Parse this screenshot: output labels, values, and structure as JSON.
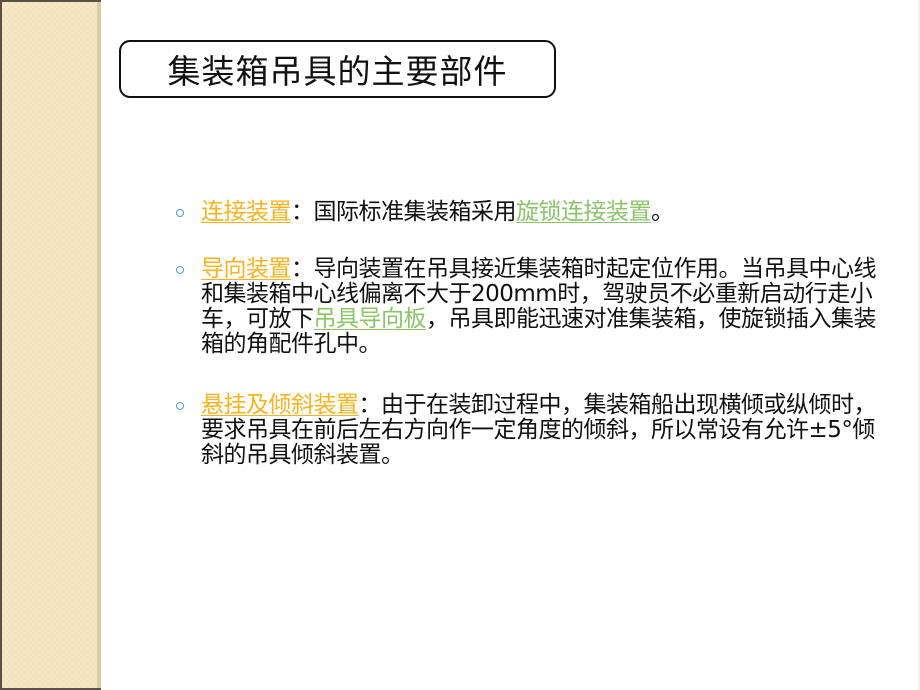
{
  "title": "集装箱吊具的主要部件",
  "colors": {
    "term": "#f7b320",
    "link": "#8cc46a",
    "bullet": "#4a9acc",
    "side_strip": "#f2e3bb"
  },
  "bullets": [
    {
      "term": "连接装置",
      "sep": "：",
      "text_before": "国际标准集装箱采用",
      "link": "旋锁连接装置",
      "text_after": "。"
    },
    {
      "term": "导向装置",
      "sep": "：",
      "text_before": "导向装置在吊具接近集装箱时起定位作用。当吊具中心线和集装箱中心线偏离不大于200mm时，驾驶员不必重新启动行走小车，可放下",
      "link": "吊具导向板",
      "text_after": "，吊具即能迅速对准集装箱，使旋锁插入集装箱的角配件孔中。"
    },
    {
      "term": "悬挂及倾斜装置",
      "sep": "：",
      "text_before": "由于在装卸过程中，集装箱船出现横倾或纵倾时，要求吊具在前后左右方向作一定角度的倾斜，所以常设有允许±5°倾斜的吊具倾斜装置。",
      "link": null,
      "text_after": null
    }
  ]
}
